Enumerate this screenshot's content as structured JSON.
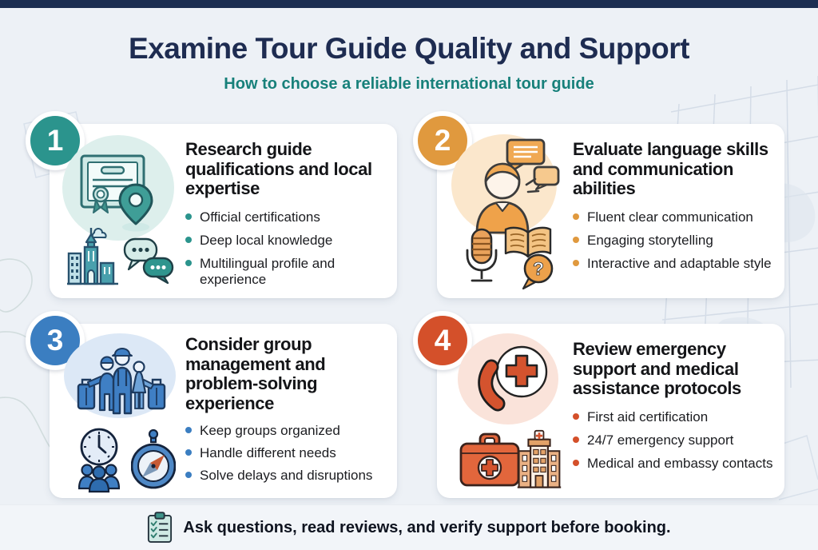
{
  "header": {
    "title": "Examine Tour Guide Quality and Support",
    "subtitle": "How to choose a reliable international tour guide"
  },
  "cards": [
    {
      "number": "1",
      "accent": "#2b948d",
      "title": "Research guide qualifications and local expertise",
      "bullets": [
        "Official certifications",
        "Deep local knowledge",
        "Multilingual profile and experience"
      ],
      "icons": [
        "certificate-location-icon",
        "city-skyline-icon",
        "chat-bubbles-icon"
      ]
    },
    {
      "number": "2",
      "accent": "#e0993e",
      "title": "Evaluate language skills and communication abilities",
      "bullets": [
        "Fluent clear communication",
        "Engaging storytelling",
        "Interactive and adaptable style"
      ],
      "icons": [
        "speaking-person-icon",
        "microphone-icon",
        "open-book-icon",
        "question-bubble-icon"
      ]
    },
    {
      "number": "3",
      "accent": "#3b7ec1",
      "title": "Consider group management and problem-solving experience",
      "bullets": [
        "Keep groups organized",
        "Handle different needs",
        "Solve delays and disruptions"
      ],
      "icons": [
        "traveler-group-icon",
        "clock-people-icon",
        "compass-icon"
      ]
    },
    {
      "number": "4",
      "accent": "#d4502a",
      "title": "Review emergency support and medical assistance protocols",
      "bullets": [
        "First aid certification",
        "24/7 emergency support",
        "Medical and embassy contacts"
      ],
      "icons": [
        "emergency-call-icon",
        "first-aid-kit-icon",
        "hospital-icon"
      ]
    }
  ],
  "footer": {
    "icon": "checklist-clipboard-icon",
    "note": "Ask questions, read reviews, and verify support before booking."
  },
  "colors": {
    "topbar": "#1c2e52",
    "background": "#edf1f6",
    "title_text": "#1e2c51",
    "subtitle_text": "#17807a",
    "card_background": "#ffffff",
    "accent_teal": "#2b948d",
    "accent_orange": "#e0993e",
    "accent_blue": "#3b7ec1",
    "accent_red": "#d4502a"
  }
}
